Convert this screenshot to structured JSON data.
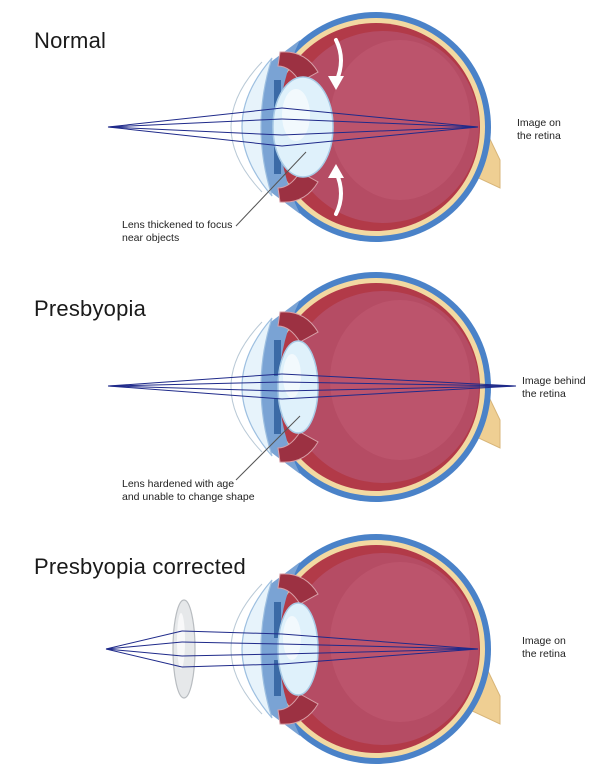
{
  "colors": {
    "sclera_outer": "#4a82c8",
    "sclera_inner": "#f2d9a2",
    "choroid": "#b23a48",
    "vitreous": "#b24c62",
    "lens": "#dff1fb",
    "cornea": "#e7f3fb",
    "ray": "#1f2a8a",
    "optic_nerve": "#efcf93"
  },
  "panels": [
    {
      "title": "Normal",
      "label_line1": "Lens thickened to focus",
      "label_line2": "near objects",
      "result_line1": "Image on",
      "result_line2": "the retina"
    },
    {
      "title": "Presbyopia",
      "label_line1": "Lens hardened with age",
      "label_line2": "and unable to change shape",
      "result_line1": "Image behind",
      "result_line2": "the retina"
    },
    {
      "title": "Presbyopia corrected",
      "result_line1": "Image on",
      "result_line2": "the retina"
    }
  ]
}
